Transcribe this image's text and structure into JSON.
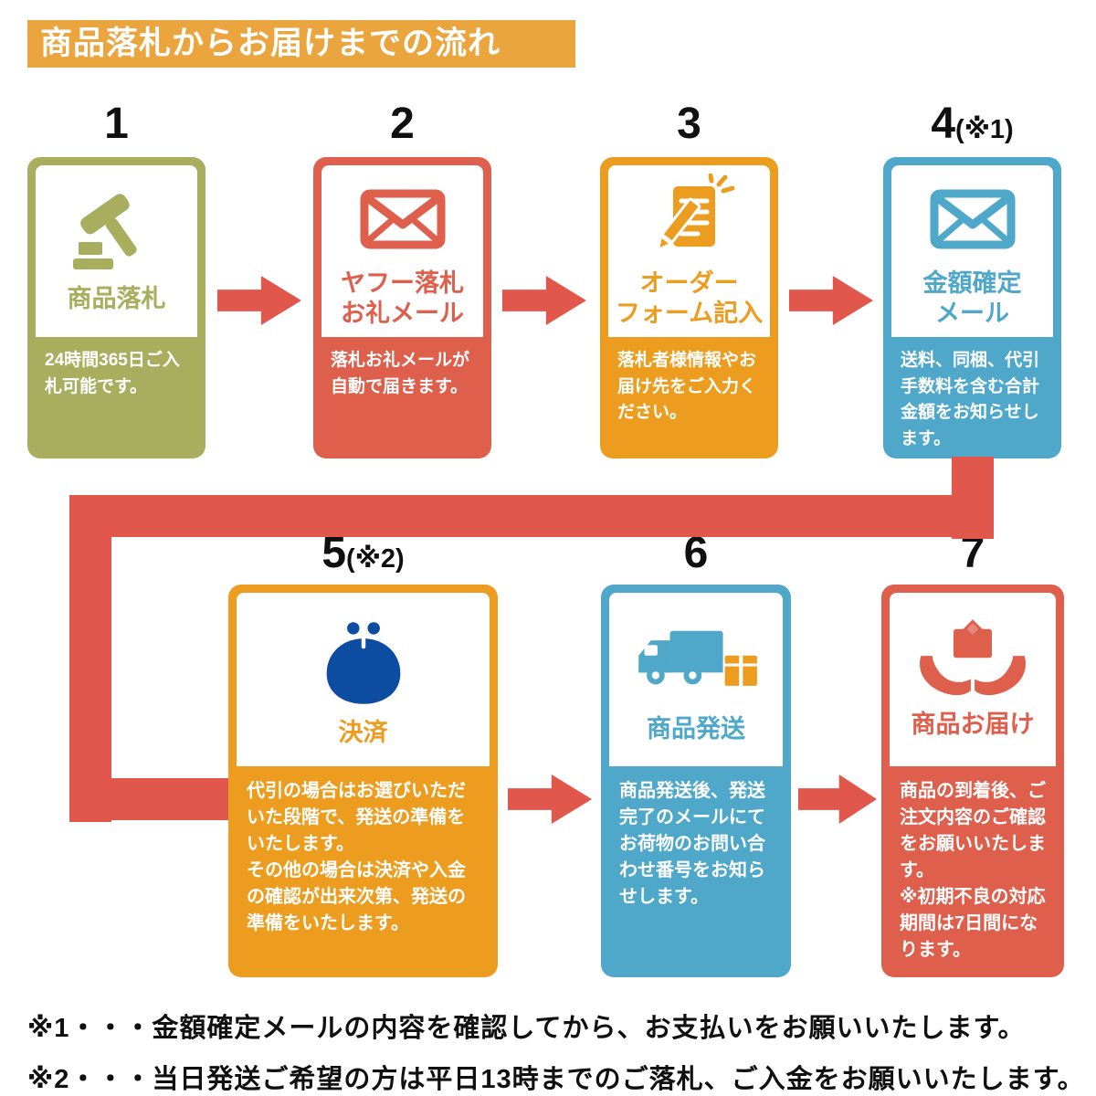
{
  "title": "商品落札からお届けまでの流れ",
  "colors": {
    "banner": "#EAA53E",
    "olive": "#A8AE5E",
    "red": "#DF5F4D",
    "orange": "#EC9D20",
    "blue": "#4FA8CA",
    "arrow": "#E2574B",
    "purse": "#0C4DA1"
  },
  "steps": [
    {
      "number": "1",
      "number_suffix": "",
      "title": "商品落札",
      "icon": "gavel-icon",
      "body": "24時間365日ご入札可能です。"
    },
    {
      "number": "2",
      "number_suffix": "",
      "title": "ヤフー落札\nお礼メール",
      "icon": "mail-icon",
      "body": "落札お礼メールが自動で届きます。"
    },
    {
      "number": "3",
      "number_suffix": "",
      "title": "オーダー\nフォーム記入",
      "icon": "form-pencil-icon",
      "body": "落札者様情報やお届け先をご入力ください。"
    },
    {
      "number": "4",
      "number_suffix": "(※1)",
      "title": "金額確定\nメール",
      "icon": "mail-icon",
      "body": "送料、同梱、代引手数料を含む合計金額をお知らせします。"
    },
    {
      "number": "5",
      "number_suffix": "(※2)",
      "title": "決済",
      "icon": "purse-icon",
      "body": "代引の場合はお選びいただいた段階で、発送の準備をいたします。\nその他の場合は決済や入金の確認が出来次第、発送の準備をいたします。"
    },
    {
      "number": "6",
      "number_suffix": "",
      "title": "商品発送",
      "icon": "truck-box-icon",
      "body": "商品発送後、発送完了のメールにてお荷物のお問い合わせ番号をお知らせします。"
    },
    {
      "number": "7",
      "number_suffix": "",
      "title": "商品お届け",
      "icon": "hands-package-icon",
      "body": "商品の到着後、ご注文内容のご確認をお願いいたします。\n※初期不良の対応期間は7日間になります。"
    }
  ],
  "notes": [
    "※1・・・金額確定メールの内容を確認してから、お支払いをお願いいたします。",
    "※2・・・当日発送ご希望の方は平日13時までのご落札、ご入金をお願いいたします。"
  ]
}
